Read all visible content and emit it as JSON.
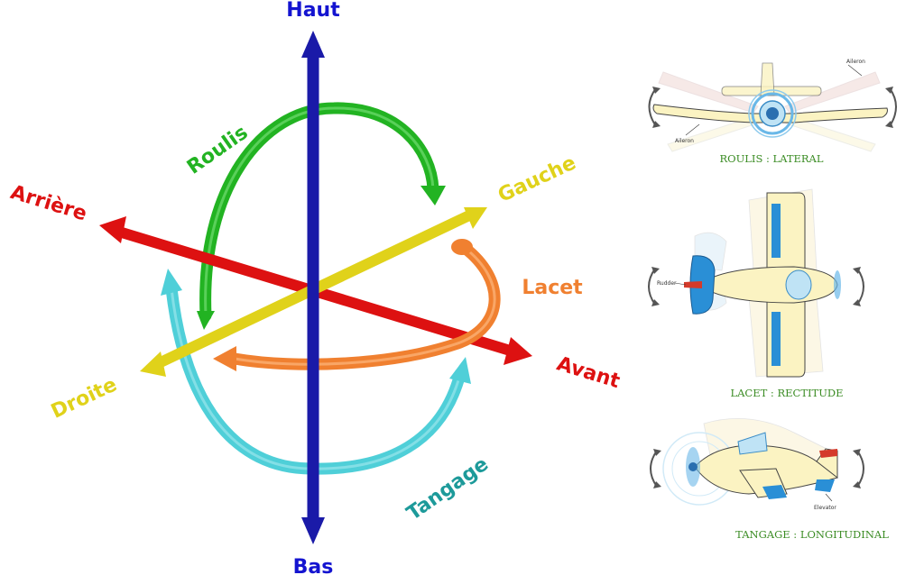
{
  "axes": {
    "haut": "Haut",
    "bas": "Bas",
    "arriere": "Arrière",
    "avant": "Avant",
    "gauche": "Gauche",
    "droite": "Droite"
  },
  "rotations": {
    "roulis": "Roulis",
    "lacet": "Lacet",
    "tangage": "Tangage"
  },
  "panels": [
    {
      "caption": "ROULIS : LATERAL",
      "callouts": [
        "Aileron",
        "Aileron"
      ]
    },
    {
      "caption": "LACET : RECTITUDE",
      "callouts": [
        "Rudder"
      ]
    },
    {
      "caption": "TANGAGE : LONGITUDINAL",
      "callouts": [
        "Elevator"
      ]
    }
  ],
  "colors": {
    "vertical": "#1a1aa8",
    "longitudinal": "#dd1111",
    "lateral": "#e0d21a",
    "roulis": "#22b322",
    "lacet": "#f08030",
    "tangage": "#4fcfd8",
    "caption": "#3b8c24"
  }
}
